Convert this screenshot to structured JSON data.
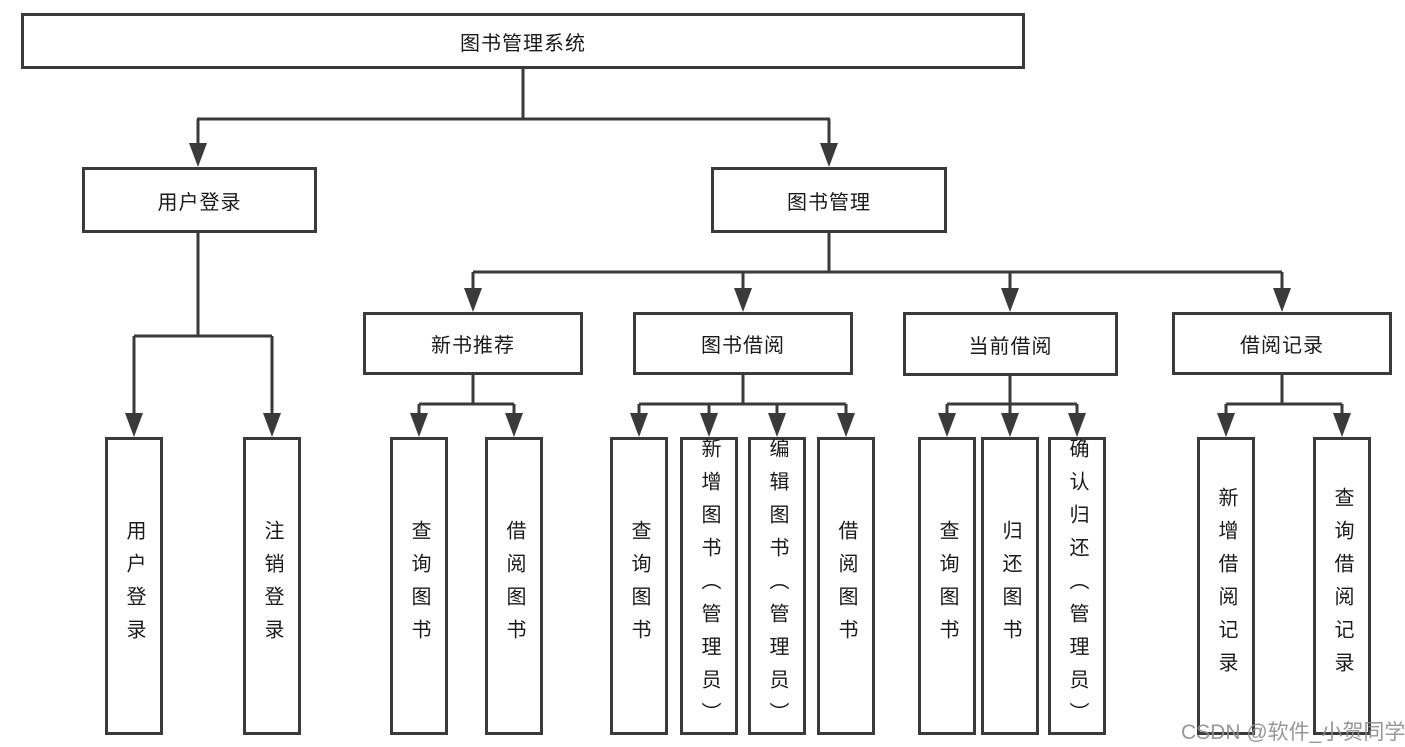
{
  "diagram": {
    "nodes": {
      "root": "图书管理系统",
      "user_login": "用户登录",
      "book_mgmt": "图书管理",
      "new_books": "新书推荐",
      "book_borrow": "图书借阅",
      "current_borrow": "当前借阅",
      "borrow_records": "借阅记录",
      "user_login_children": [
        "用户登录",
        "注销登录"
      ],
      "new_books_children": [
        "查询图书",
        "借阅图书"
      ],
      "book_borrow_children": [
        "查询图书",
        "新增图书（管理员）",
        "编辑图书（管理员）",
        "借阅图书"
      ],
      "current_borrow_children": [
        "查询图书",
        "归还图书",
        "确认归还（管理员）"
      ],
      "borrow_records_children": [
        "新增借阅记录",
        "查询借阅记录"
      ]
    },
    "watermark": "CSDN @软件_小贺同学",
    "colors": {
      "line": "#3a3a3a",
      "text": "#1a1a1a",
      "background": "#ffffff",
      "watermark": "#8c8c8c"
    }
  }
}
